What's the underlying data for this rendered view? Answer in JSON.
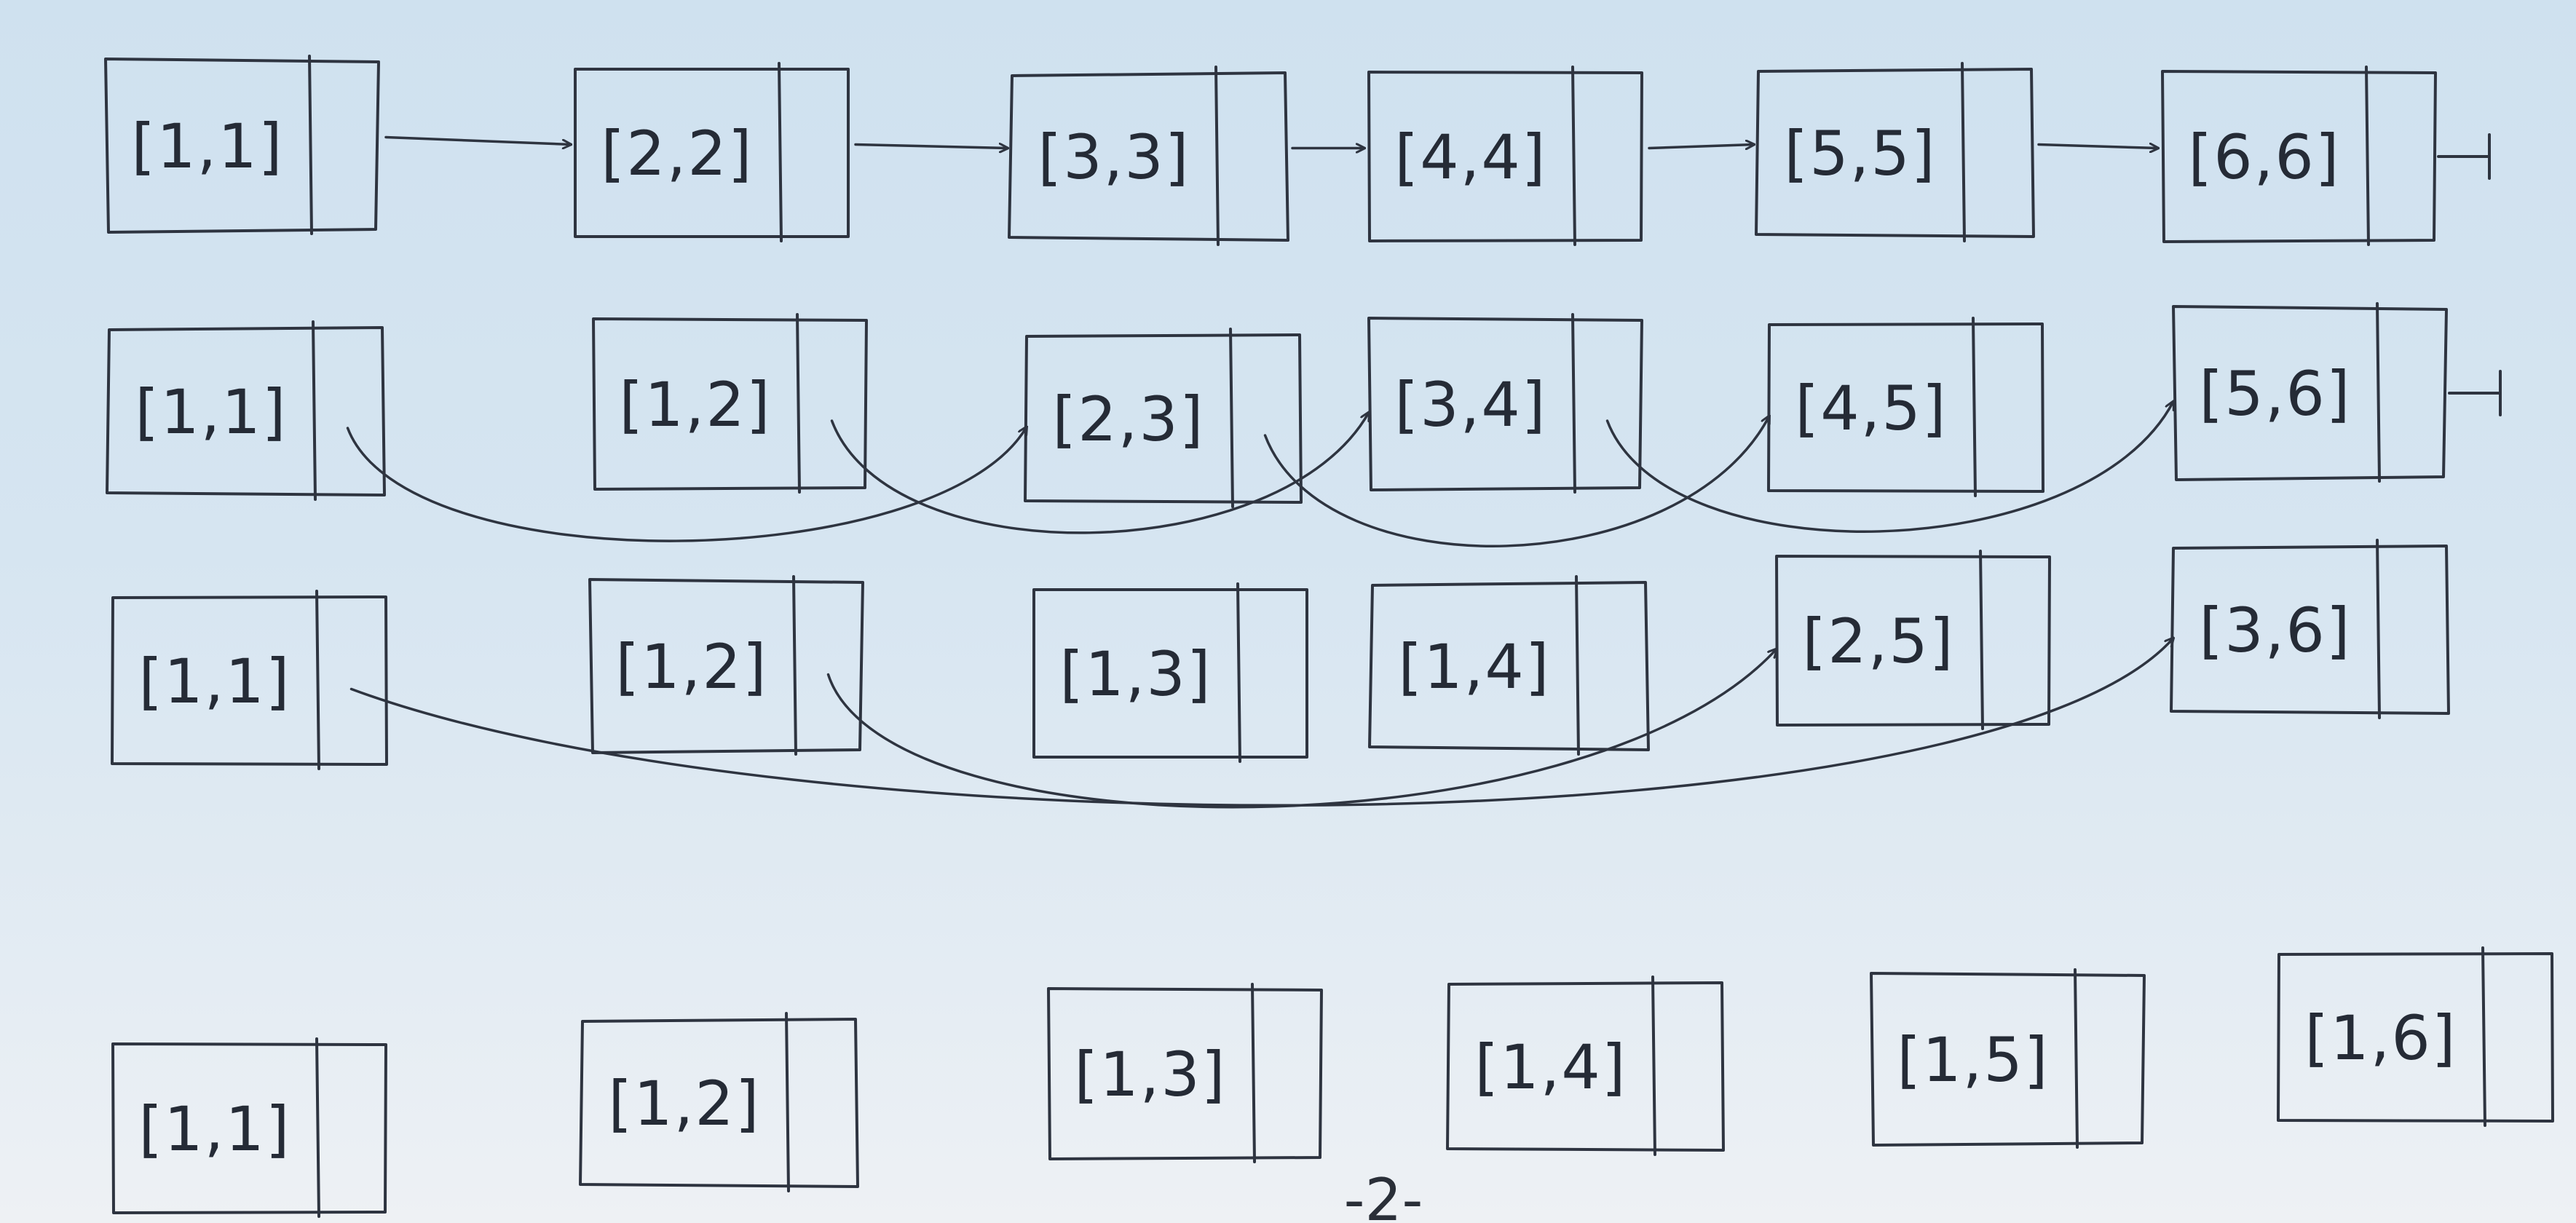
{
  "rows": [
    {
      "nodes": [
        {
          "label": "[1,1]"
        },
        {
          "label": "[2,2]"
        },
        {
          "label": "[3,3]"
        },
        {
          "label": "[4,4]"
        },
        {
          "label": "[5,5]"
        },
        {
          "label": "[6,6]"
        }
      ]
    },
    {
      "nodes": [
        {
          "label": "[1,1]"
        },
        {
          "label": "[1,2]"
        },
        {
          "label": "[2,3]"
        },
        {
          "label": "[3,4]"
        },
        {
          "label": "[4,5]"
        },
        {
          "label": "[5,6]"
        }
      ]
    },
    {
      "nodes": [
        {
          "label": "[1,1]"
        },
        {
          "label": "[1,2]"
        },
        {
          "label": "[1,3]"
        },
        {
          "label": "[1,4]"
        },
        {
          "label": "[2,5]"
        },
        {
          "label": "[3,6]"
        }
      ]
    },
    {
      "nodes": [
        {
          "label": "[1,1]"
        },
        {
          "label": "[1,2]"
        },
        {
          "label": "[1,3]"
        },
        {
          "label": "[1,4]"
        },
        {
          "label": "[1,5]"
        },
        {
          "label": "[1,6]"
        }
      ]
    }
  ],
  "links": [
    {
      "from": [
        0,
        0
      ],
      "to": [
        0,
        1
      ]
    },
    {
      "from": [
        0,
        1
      ],
      "to": [
        0,
        2
      ]
    },
    {
      "from": [
        0,
        2
      ],
      "to": [
        0,
        3
      ]
    },
    {
      "from": [
        0,
        3
      ],
      "to": [
        0,
        4
      ]
    },
    {
      "from": [
        0,
        4
      ],
      "to": [
        0,
        5
      ]
    },
    {
      "from": [
        1,
        0
      ],
      "to": [
        1,
        2
      ]
    },
    {
      "from": [
        1,
        1
      ],
      "to": [
        1,
        3
      ]
    },
    {
      "from": [
        1,
        2
      ],
      "to": [
        1,
        4
      ]
    },
    {
      "from": [
        1,
        3
      ],
      "to": [
        1,
        5
      ]
    },
    {
      "from": [
        2,
        0
      ],
      "to": [
        2,
        5
      ]
    },
    {
      "from": [
        2,
        1
      ],
      "to": [
        2,
        4
      ]
    }
  ],
  "null_terminators": [
    [
      0,
      5
    ],
    [
      1,
      5
    ]
  ],
  "page_number": "-2-"
}
